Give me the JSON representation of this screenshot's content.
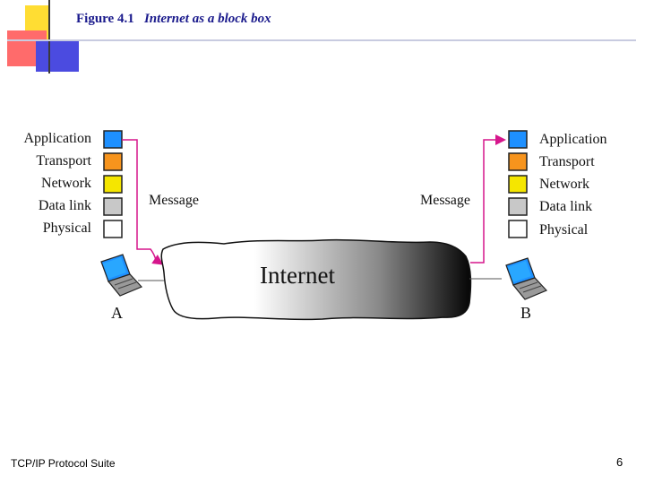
{
  "slide": {
    "figure_label": "Figure 4.1",
    "figure_caption": "Internet as a block box",
    "footer_left": "TCP/IP Protocol Suite",
    "page_number": "6"
  },
  "diagram": {
    "layers": [
      {
        "name": "Application",
        "color": "#1e90ff"
      },
      {
        "name": "Transport",
        "color": "#f7941d"
      },
      {
        "name": "Network",
        "color": "#f5e600"
      },
      {
        "name": "Data link",
        "color": "#c8c8c8"
      },
      {
        "name": "Physical",
        "color": "#ffffff"
      }
    ],
    "message_left": "Message",
    "message_right": "Message",
    "cloud_label": "Internet",
    "host_a": "A",
    "host_b": "B",
    "arrow_color": "#d6168c"
  },
  "decoration_colors": {
    "yellow": "#ffdd33",
    "red": "#ff5a5a",
    "blue": "#3a3ad6",
    "rule": "#c8cbe0"
  }
}
